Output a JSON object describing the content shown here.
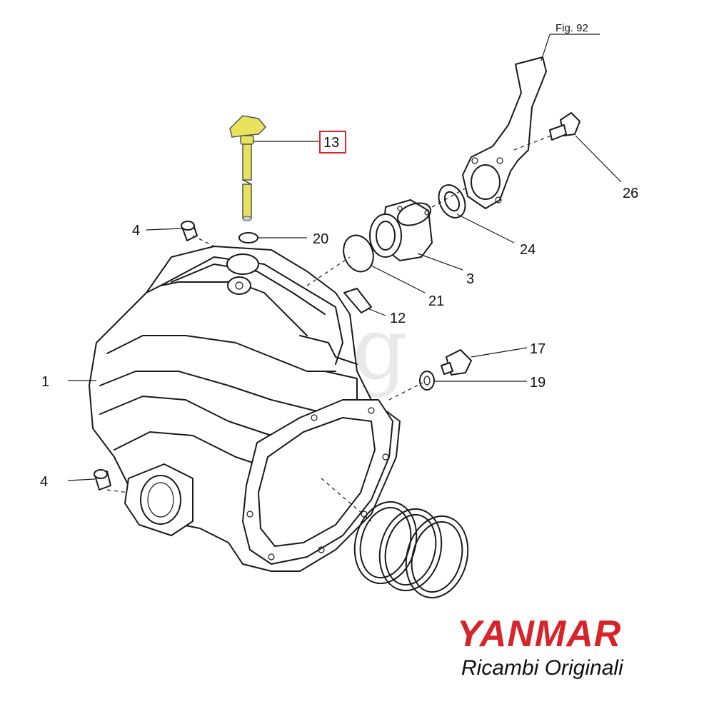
{
  "diagram": {
    "figure_ref": "Fig. 92",
    "callouts": {
      "p1": "1",
      "p3": "3",
      "p4a": "4",
      "p4b": "4",
      "p12": "12",
      "p13": "13",
      "p17": "17",
      "p19": "19",
      "p20": "20",
      "p21": "21",
      "p24": "24",
      "p26": "26"
    },
    "highlight_color": "#e8e25c",
    "highlight_box_color": "#d7242a"
  },
  "brand": {
    "name": "YANMAR",
    "tagline": "Ricambi Originali",
    "color": "#d7242a"
  }
}
